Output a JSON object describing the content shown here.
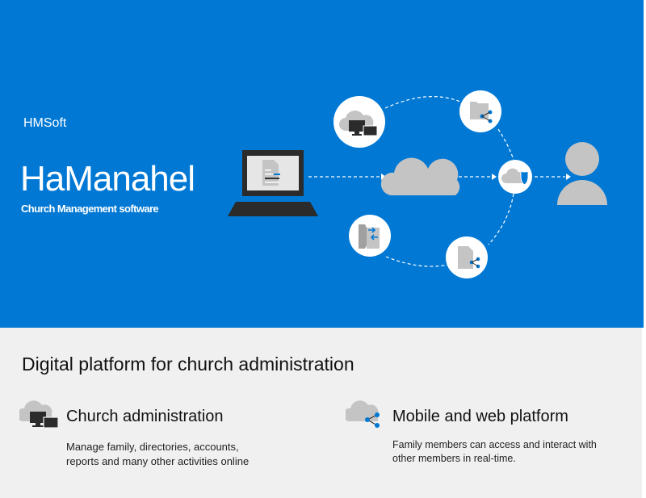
{
  "hero": {
    "brand": "HMSoft",
    "title": "HaManahel",
    "subtitle": "Church Management software",
    "background_color": "#0078d4"
  },
  "diagram": {
    "icons": [
      "laptop-document-icon",
      "cloud-icon",
      "cloud-shield-icon",
      "user-icon",
      "cloud-devices-icon",
      "folder-share-icon",
      "file-transfer-icon",
      "document-share-icon"
    ]
  },
  "main": {
    "heading": "Digital platform for church administration",
    "features": [
      {
        "icon": "cloud-devices-icon",
        "title": "Church administration",
        "description_lines": [
          "Manage family, directories, accounts,",
          "reports and many other activities online"
        ]
      },
      {
        "icon": "cloud-share-icon",
        "title": "Mobile and web platform",
        "description_lines": [
          "Family members can access and interact with",
          "other members in real-time."
        ]
      }
    ]
  }
}
